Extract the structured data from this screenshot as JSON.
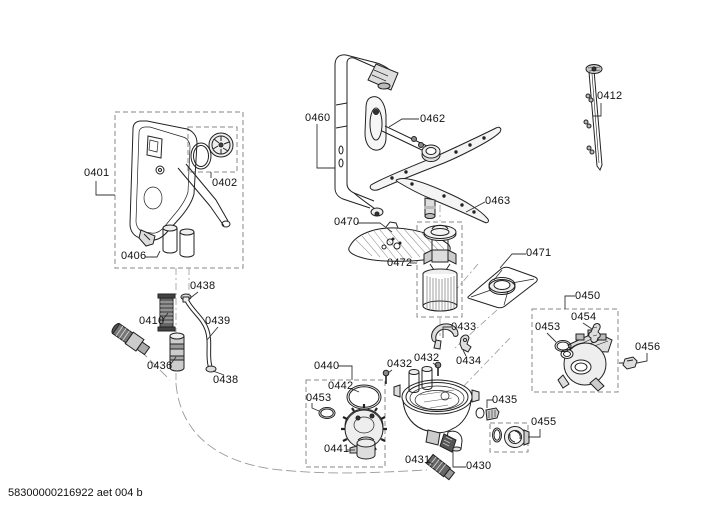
{
  "diagram": {
    "doc_number": "58300000216922 aet 004 b",
    "colors": {
      "background": "#ffffff",
      "part_line": "#222222",
      "dashed_box": "#888888",
      "leader_line": "#333333",
      "label_text": "#111111"
    },
    "labels": [
      {
        "id": "0401",
        "text": "0401"
      },
      {
        "id": "0402",
        "text": "0402"
      },
      {
        "id": "0406",
        "text": "0406"
      },
      {
        "id": "0438-top",
        "text": "0438"
      },
      {
        "id": "0410",
        "text": "0410"
      },
      {
        "id": "0439",
        "text": "0439"
      },
      {
        "id": "0436",
        "text": "0436"
      },
      {
        "id": "0438-bottom",
        "text": "0438"
      },
      {
        "id": "0460",
        "text": "0460"
      },
      {
        "id": "0462",
        "text": "0462"
      },
      {
        "id": "0463",
        "text": "0463"
      },
      {
        "id": "0412",
        "text": "0412"
      },
      {
        "id": "0470",
        "text": "0470"
      },
      {
        "id": "0472",
        "text": "0472"
      },
      {
        "id": "0471",
        "text": "0471"
      },
      {
        "id": "0433",
        "text": "0433"
      },
      {
        "id": "0432-left",
        "text": "0432"
      },
      {
        "id": "0432-right",
        "text": "0432"
      },
      {
        "id": "0434",
        "text": "0434"
      },
      {
        "id": "0435",
        "text": "0435"
      },
      {
        "id": "0440",
        "text": "0440"
      },
      {
        "id": "0442",
        "text": "0442"
      },
      {
        "id": "0453-dispenser",
        "text": "0453"
      },
      {
        "id": "0441",
        "text": "0441"
      },
      {
        "id": "0431",
        "text": "0431"
      },
      {
        "id": "0430",
        "text": "0430"
      },
      {
        "id": "0455",
        "text": "0455"
      },
      {
        "id": "0450",
        "text": "0450"
      },
      {
        "id": "0453-pump",
        "text": "0453"
      },
      {
        "id": "0454",
        "text": "0454"
      },
      {
        "id": "0456",
        "text": "0456"
      }
    ]
  }
}
